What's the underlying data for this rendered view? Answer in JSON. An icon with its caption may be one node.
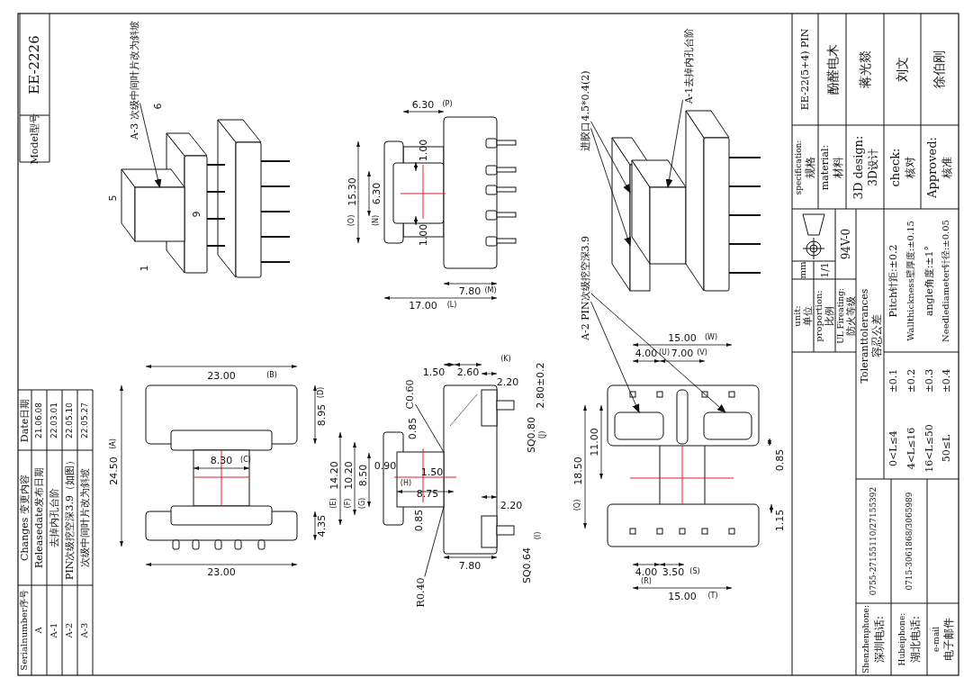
{
  "diagram": {
    "nodes": [
      {
        "text": [
          "A-3",
          "次级中间叶片改为斜坡"
        ]
      },
      {
        "text": [
          "A-2 PIN次级挖空深3.9"
        ]
      },
      {
        "text": [
          "A-1去掉内孔台阶"
        ]
      },
      {
        "text": [
          "进胶口4.5*0.4(2)"
        ]
      },
      {
        "text": [
          "C0.60"
        ]
      },
      {
        "text": [
          "R0.40"
        ]
      },
      {
        "text": [],
        "shape": "box"
      },
      {
        "text": [],
        "shape": "box"
      },
      {
        "text": [],
        "shape": "box"
      },
      {
        "text": [],
        "shape": "box"
      },
      {
        "text": [],
        "shape": "box"
      },
      {
        "text": [],
        "shape": "box"
      }
    ],
    "edges": [
      {
        "from": 0,
        "to": 6,
        "arrow": "to"
      },
      {
        "from": 1,
        "to": 7,
        "arrow": "to"
      },
      {
        "from": 1,
        "to": 8,
        "arrow": "to"
      },
      {
        "from": 2,
        "to": 9,
        "arrow": "to"
      },
      {
        "from": 3,
        "to": 10,
        "arrow": "to"
      },
      {
        "from": 3,
        "to": 10,
        "arrow": "to"
      },
      {
        "from": 4,
        "to": 11,
        "arrow": "none"
      },
      {
        "from": 5,
        "to": 11,
        "arrow": "none"
      }
    ],
    "labels": [
      "Model型号",
      "EE-2226",
      "Serialnumber序号",
      "Changes 变更内容",
      "Date日期",
      "A",
      "Releasedate发布日期",
      "21.06.08",
      "A-1",
      "去掉内孔台阶",
      "22.03.01",
      "A-2",
      "PIN次级挖空深3.9（如图）",
      "22.05.10",
      "A-3",
      "次级中间叶片改为斜坡",
      "22.05.27",
      "6",
      "5",
      "9",
      "1",
      "23.00",
      "(B)",
      "24.50",
      "(A)",
      "8.30",
      "(C)",
      "8.95",
      "(D)",
      "4.35",
      "23.00",
      "6.30",
      "(P)",
      "(O)",
      "15.30",
      "(N)",
      "6.30",
      "1.00",
      "1.00",
      "7.80",
      "(M)",
      "17.00",
      "(L)",
      "1.50",
      "2.60",
      "(K)",
      "2.20",
      "0.85",
      "2.80±0.2",
      "SQ0.80",
      "(J)",
      "(E)",
      "14.20",
      "(F)",
      "10.20",
      "(G)",
      "8.50",
      "0.90",
      "1.50",
      "(H)",
      "8.75",
      "2.20",
      "0.85",
      "SQ0.64",
      "(I)",
      "7.80",
      "15.00",
      "(W)",
      "4.00",
      "(U)",
      "7.00",
      "(V)",
      "11.00",
      "(Q)",
      "18.50",
      "0.85",
      "1.15",
      "(R)",
      "4.00",
      "3.50",
      "(S)",
      "15.00",
      "(T)",
      "specification:",
      "规格",
      "EE-22(5+4) PIN",
      "material:",
      "材料",
      "酚醛电木",
      "3D design:",
      "3D设计",
      "蒋光燚",
      "check:",
      "核对",
      "刘文",
      "Approved:",
      "核准",
      "徐伯刚",
      "unit:",
      "单位",
      "mm",
      "proportion:",
      "比例",
      "1/1",
      "UL Fireating:",
      "防火等级",
      "94V-0",
      "Toleranttolerances",
      "容忍公差",
      "0<L≤4",
      "±0.1",
      "4<L≤16",
      "±0.2",
      "16<L≤50",
      "±0.3",
      "50≤L",
      "±0.4",
      "Pitch针距:±0.2",
      "Wallthickness壁厚度:±0.15",
      "angle角度:±1°",
      "Needlediameter针径:±0.05",
      "Shenzhenphone:",
      "深圳电话:",
      "0755-27155110/27155392",
      "Hubeiphone:",
      "湖北电话:",
      "0715-3061868/3065989",
      "e-mail",
      "电子邮件"
    ]
  }
}
